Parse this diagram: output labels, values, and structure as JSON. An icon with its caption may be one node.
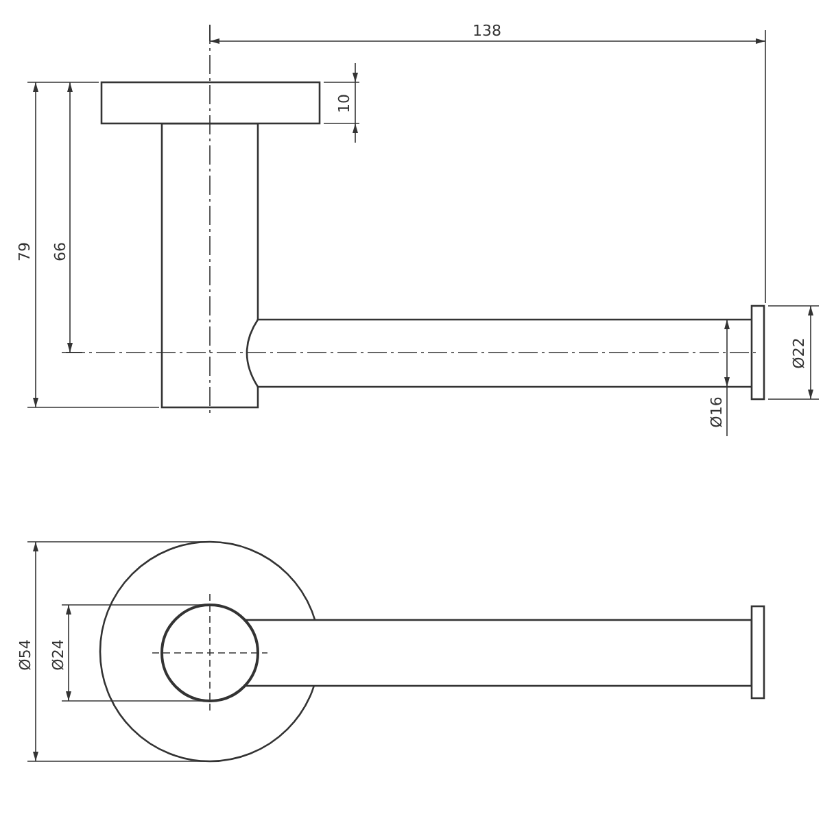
{
  "diagram": {
    "labels": [
      "138",
      "10",
      "79",
      "66",
      "Ø22",
      "Ø16",
      "Ø54",
      "Ø24"
    ]
  }
}
